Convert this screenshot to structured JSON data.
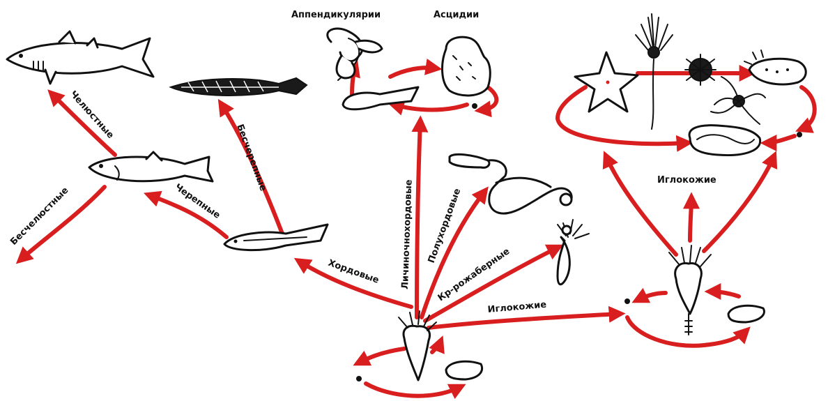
{
  "colors": {
    "arrow": "#d81e1e",
    "ink": "#111111",
    "background": "#ffffff"
  },
  "labels": {
    "appendicularia": "Аппендикулярии",
    "ascidia": "Асцидии",
    "bony_fish": "Челюстные",
    "jawless": "Бесчелюстные",
    "skulled": "Черепные",
    "skull_less": "Бесчерепные",
    "chordates": "Хордовые",
    "lancelets_larva": "Личиночнохордовые",
    "hemichordates": "Полухордовые",
    "pogonophora": "Кр-рожаберные",
    "echinoderms_left": "Иглокожие",
    "echinoderms_right": "Иглокожие"
  },
  "icons": [
    "shark-icon",
    "lancelet-icon",
    "fish-icon",
    "tadpole-icon",
    "appendicularian-icon",
    "ascidian-icon",
    "larva-icon",
    "acorn-worm-icon",
    "pogonophoran-icon",
    "starfish-icon",
    "sea-lily-icon",
    "sea-urchin-icon",
    "brittle-star-icon",
    "sea-cucumber-icon",
    "larva-disc-icon",
    "polyp-icon",
    "larva-planula-icon"
  ]
}
